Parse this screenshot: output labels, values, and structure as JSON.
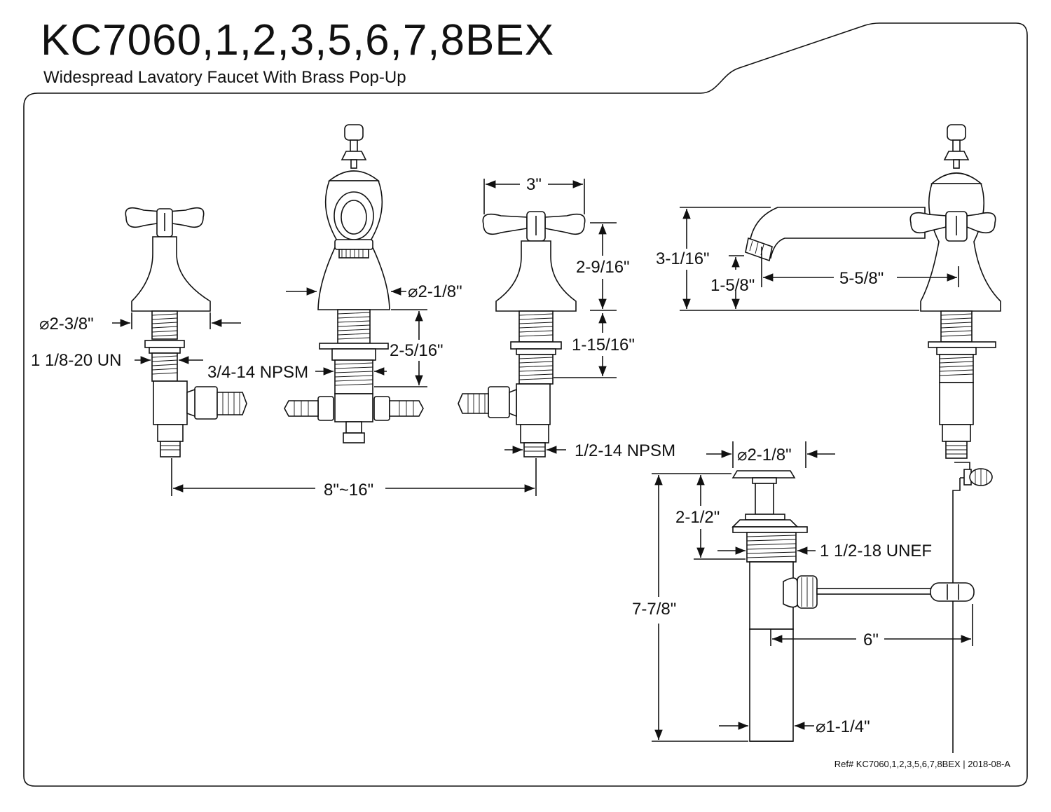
{
  "header": {
    "title": "KC7060,1,2,3,5,6,7,8BEX",
    "subtitle": "Widespread Lavatory Faucet With Brass Pop-Up"
  },
  "dimensions": {
    "handle_width": "3\"",
    "handle_height": "2-9/16\"",
    "spout_height": "3-1/16\"",
    "spout_aerator_height": "1-5/8\"",
    "spout_reach": "5-5/8\"",
    "spout_base_dia": "⌀2-1/8\"",
    "handle_base_dia": "⌀2-3/8\"",
    "handle_thread": "1 1/8-20 UN",
    "spout_shank_length": "2-5/16\"",
    "spout_thread": "3/4-14 NPSM",
    "handle_shank_length": "1-15/16\"",
    "inlet_thread": "1/2-14 NPSM",
    "spread": "8\"~16\"",
    "drain_flange_dia": "⌀2-1/8\"",
    "drain_flange_height": "2-1/2\"",
    "drain_thread": "1 1/2-18 UNEF",
    "drain_length": "7-7/8\"",
    "pivot_rod_length": "6\"",
    "tailpiece_dia": "⌀1-1/4\""
  },
  "footer": {
    "reference": "Ref# KC7060,1,2,3,5,6,7,8BEX | 2018-08-A"
  }
}
